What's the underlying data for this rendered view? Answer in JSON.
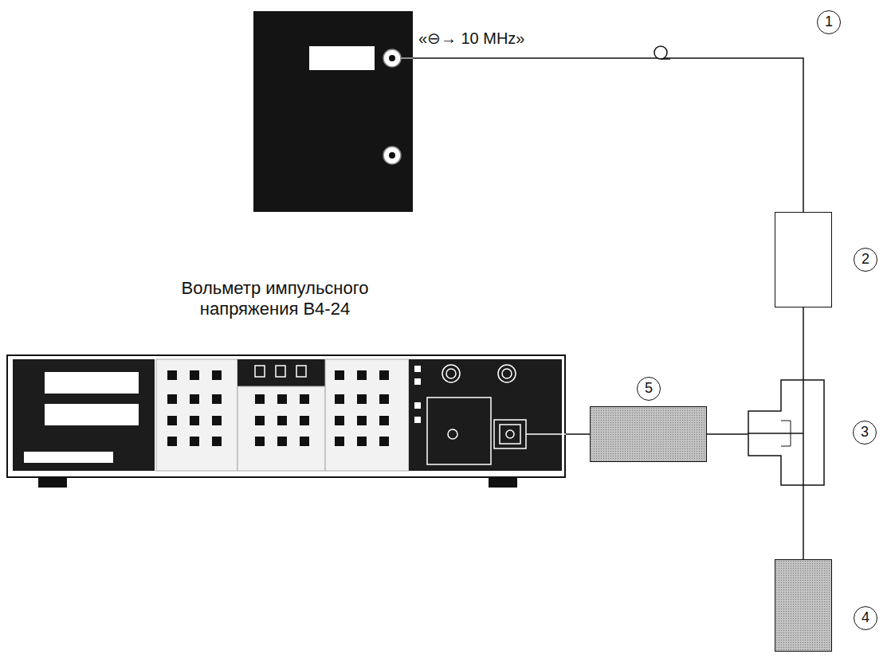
{
  "diagram": {
    "nodes": [
      {
        "text": [
          "«⊖→ 10 MHz»"
        ]
      },
      {
        "text": [
          "2"
        ]
      },
      {
        "text": [
          "Вольметр импульсного напряжения В4-24"
        ]
      },
      {
        "text": [
          "5"
        ]
      },
      {
        "text": [
          "3"
        ]
      },
      {
        "text": [
          "4"
        ]
      }
    ],
    "edges": [
      {
        "from": 0,
        "to": 1,
        "arrow": "none"
      },
      {
        "from": 1,
        "to": 4,
        "arrow": "none"
      },
      {
        "from": 4,
        "to": 5,
        "arrow": "none"
      },
      {
        "from": 4,
        "to": 3,
        "arrow": "none"
      },
      {
        "from": 3,
        "to": 2,
        "arrow": "none"
      }
    ],
    "labels": [
      "1"
    ]
  }
}
